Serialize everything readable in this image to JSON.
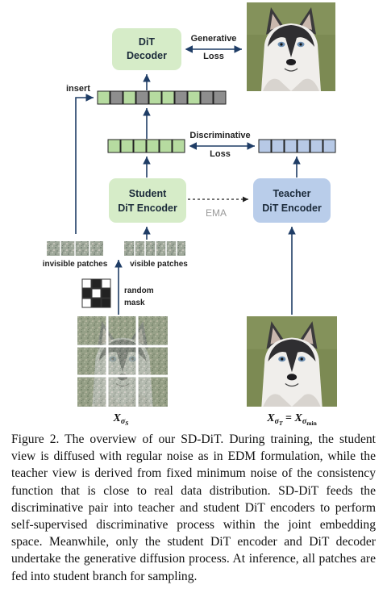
{
  "diagram": {
    "decoder": {
      "line1": "DiT",
      "line2": "Decoder"
    },
    "student": {
      "line1": "Student",
      "line2": "DiT Encoder"
    },
    "teacher": {
      "line1": "Teacher",
      "line2": "DiT Encoder"
    },
    "generative_loss": {
      "line1": "Generative",
      "line2": "Loss"
    },
    "discriminative_loss": {
      "line1": "Discriminative",
      "line2": "Loss"
    },
    "insert_label": "insert",
    "ema_label": "EMA",
    "invisible_patches": "invisible patches",
    "visible_patches": "visible patches",
    "random_mask": {
      "line1": "random",
      "line2": "mask"
    },
    "student_input_label": {
      "base": "X",
      "sub": "σ",
      "subsub": "S"
    },
    "teacher_input_label": {
      "left": "X",
      "left_sub": "σ",
      "left_subsub": "T",
      "eq": " = ",
      "right": "X",
      "right_sub": "σ",
      "right_subsub": "min"
    },
    "colors": {
      "green_box": "#d6ecc8",
      "blue_box": "#b9cdea",
      "green_token": "#b6dba0",
      "blue_token": "#b7c9e6",
      "gray_token": "#8e8e8e",
      "arrow": "#1f3d66",
      "ema_text": "#9a9a9a"
    }
  },
  "caption": "Figure 2. The overview of our SD-DiT. During training, the student view is diffused with regular noise as in EDM formulation, while the teacher view is derived from fixed minimum noise of the consistency function that is close to real data distribution. SD-DiT feeds the discriminative pair into teacher and student DiT encoders to perform self-supervised discriminative process within the joint embedding space. Meanwhile, only the student DiT encoder and DiT decoder undertake the generative diffusion process. At inference, all patches are fed into student branch for sampling."
}
